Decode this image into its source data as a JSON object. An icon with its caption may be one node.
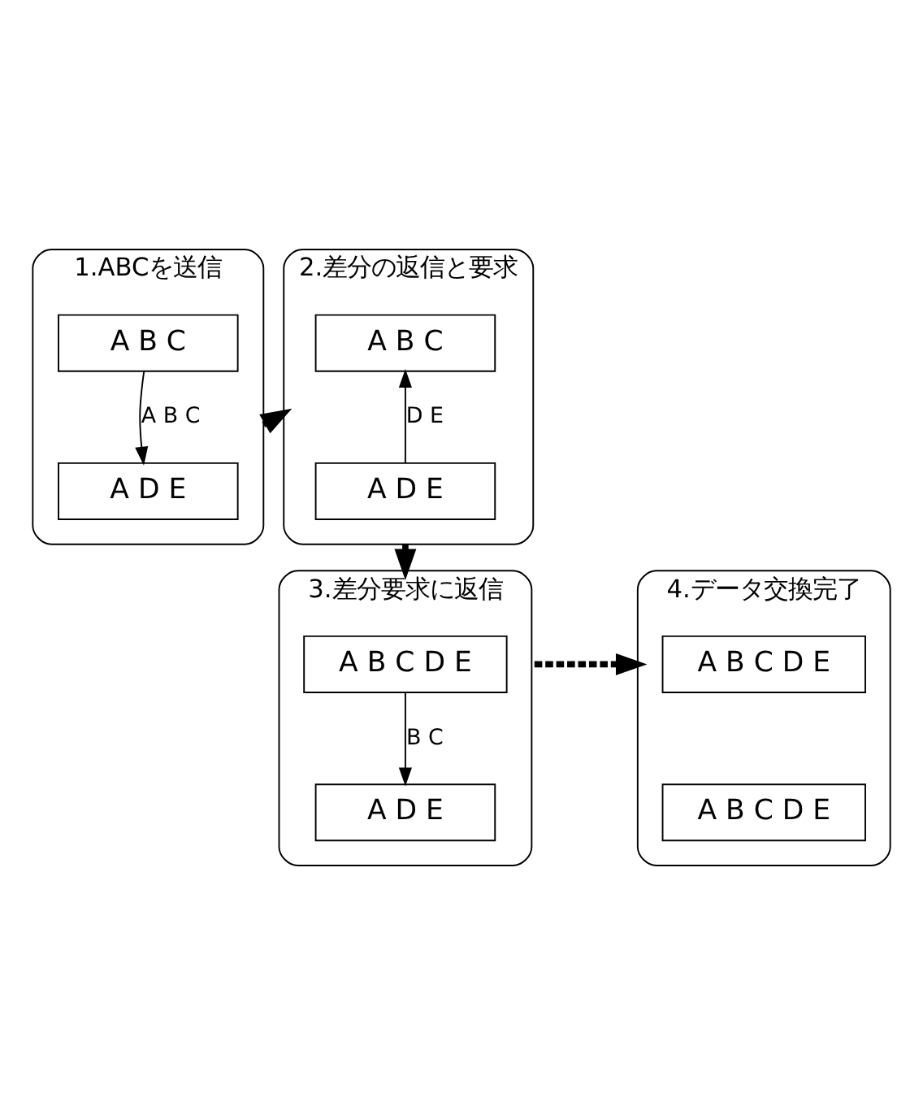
{
  "diagram": {
    "nodes": [
      {
        "text": [
          "1.ABCを送信"
        ]
      },
      {
        "text": [
          "A B C"
        ],
        "in": 0
      },
      {
        "text": [
          "A D E"
        ],
        "in": 0
      },
      {
        "text": [
          "2.差分の返信と要求"
        ]
      },
      {
        "text": [
          "A B C"
        ],
        "in": 3
      },
      {
        "text": [
          "A D E"
        ],
        "in": 3
      },
      {
        "text": [
          "3.差分要求に返信"
        ]
      },
      {
        "text": [
          "A B C D E"
        ],
        "in": 6
      },
      {
        "text": [
          "A D E"
        ],
        "in": 6
      },
      {
        "text": [
          "4.データ交換完了"
        ]
      },
      {
        "text": [
          "A B C D E"
        ],
        "in": 9
      },
      {
        "text": [
          "A B C D E"
        ],
        "in": 9
      }
    ],
    "edges": [
      {
        "from": 1,
        "to": 2,
        "arrow": "to",
        "label": "A B C"
      },
      {
        "from": 0,
        "to": 3,
        "arrow": "to",
        "style": "dashed"
      },
      {
        "from": 5,
        "to": 4,
        "arrow": "to",
        "label": "D E"
      },
      {
        "from": 3,
        "to": 6,
        "arrow": "to",
        "style": "dashed"
      },
      {
        "from": 7,
        "to": 8,
        "arrow": "to",
        "label": "B C"
      },
      {
        "from": 6,
        "to": 9,
        "arrow": "to",
        "style": "dashed"
      }
    ]
  }
}
